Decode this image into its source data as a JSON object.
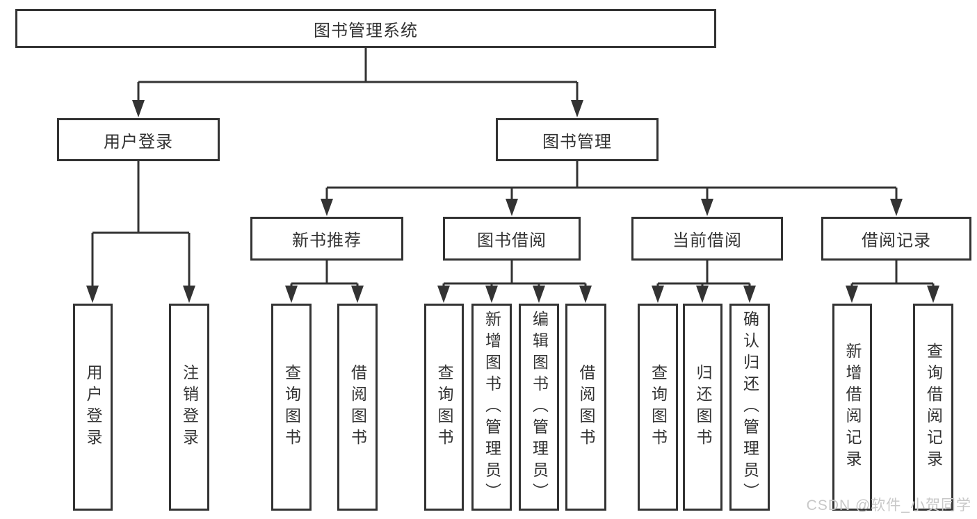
{
  "tree": {
    "root": {
      "label": "图书管理系统",
      "children": [
        {
          "label": "用户登录",
          "children": [
            {
              "label": "用户登录"
            },
            {
              "label": "注销登录"
            }
          ]
        },
        {
          "label": "图书管理",
          "children": [
            {
              "label": "新书推荐",
              "children": [
                {
                  "label": "查询图书"
                },
                {
                  "label": "借阅图书"
                }
              ]
            },
            {
              "label": "图书借阅",
              "children": [
                {
                  "label": "查询图书"
                },
                {
                  "label": "新增图书（管理员）"
                },
                {
                  "label": "编辑图书（管理员）"
                },
                {
                  "label": "借阅图书"
                }
              ]
            },
            {
              "label": "当前借阅",
              "children": [
                {
                  "label": "查询图书"
                },
                {
                  "label": "归还图书"
                },
                {
                  "label": "确认归还（管理员）"
                }
              ]
            },
            {
              "label": "借阅记录",
              "children": [
                {
                  "label": "新增借阅记录"
                },
                {
                  "label": "查询借阅记录"
                }
              ]
            }
          ]
        }
      ]
    }
  },
  "watermark": {
    "text": "CSDN @软件_小贺同学"
  },
  "colors": {
    "line": "#333333",
    "node_border": "#333333",
    "node_background": "#ffffff",
    "text": "#333333",
    "watermark_text": "#c8c8c8",
    "page_background": "#ffffff"
  }
}
